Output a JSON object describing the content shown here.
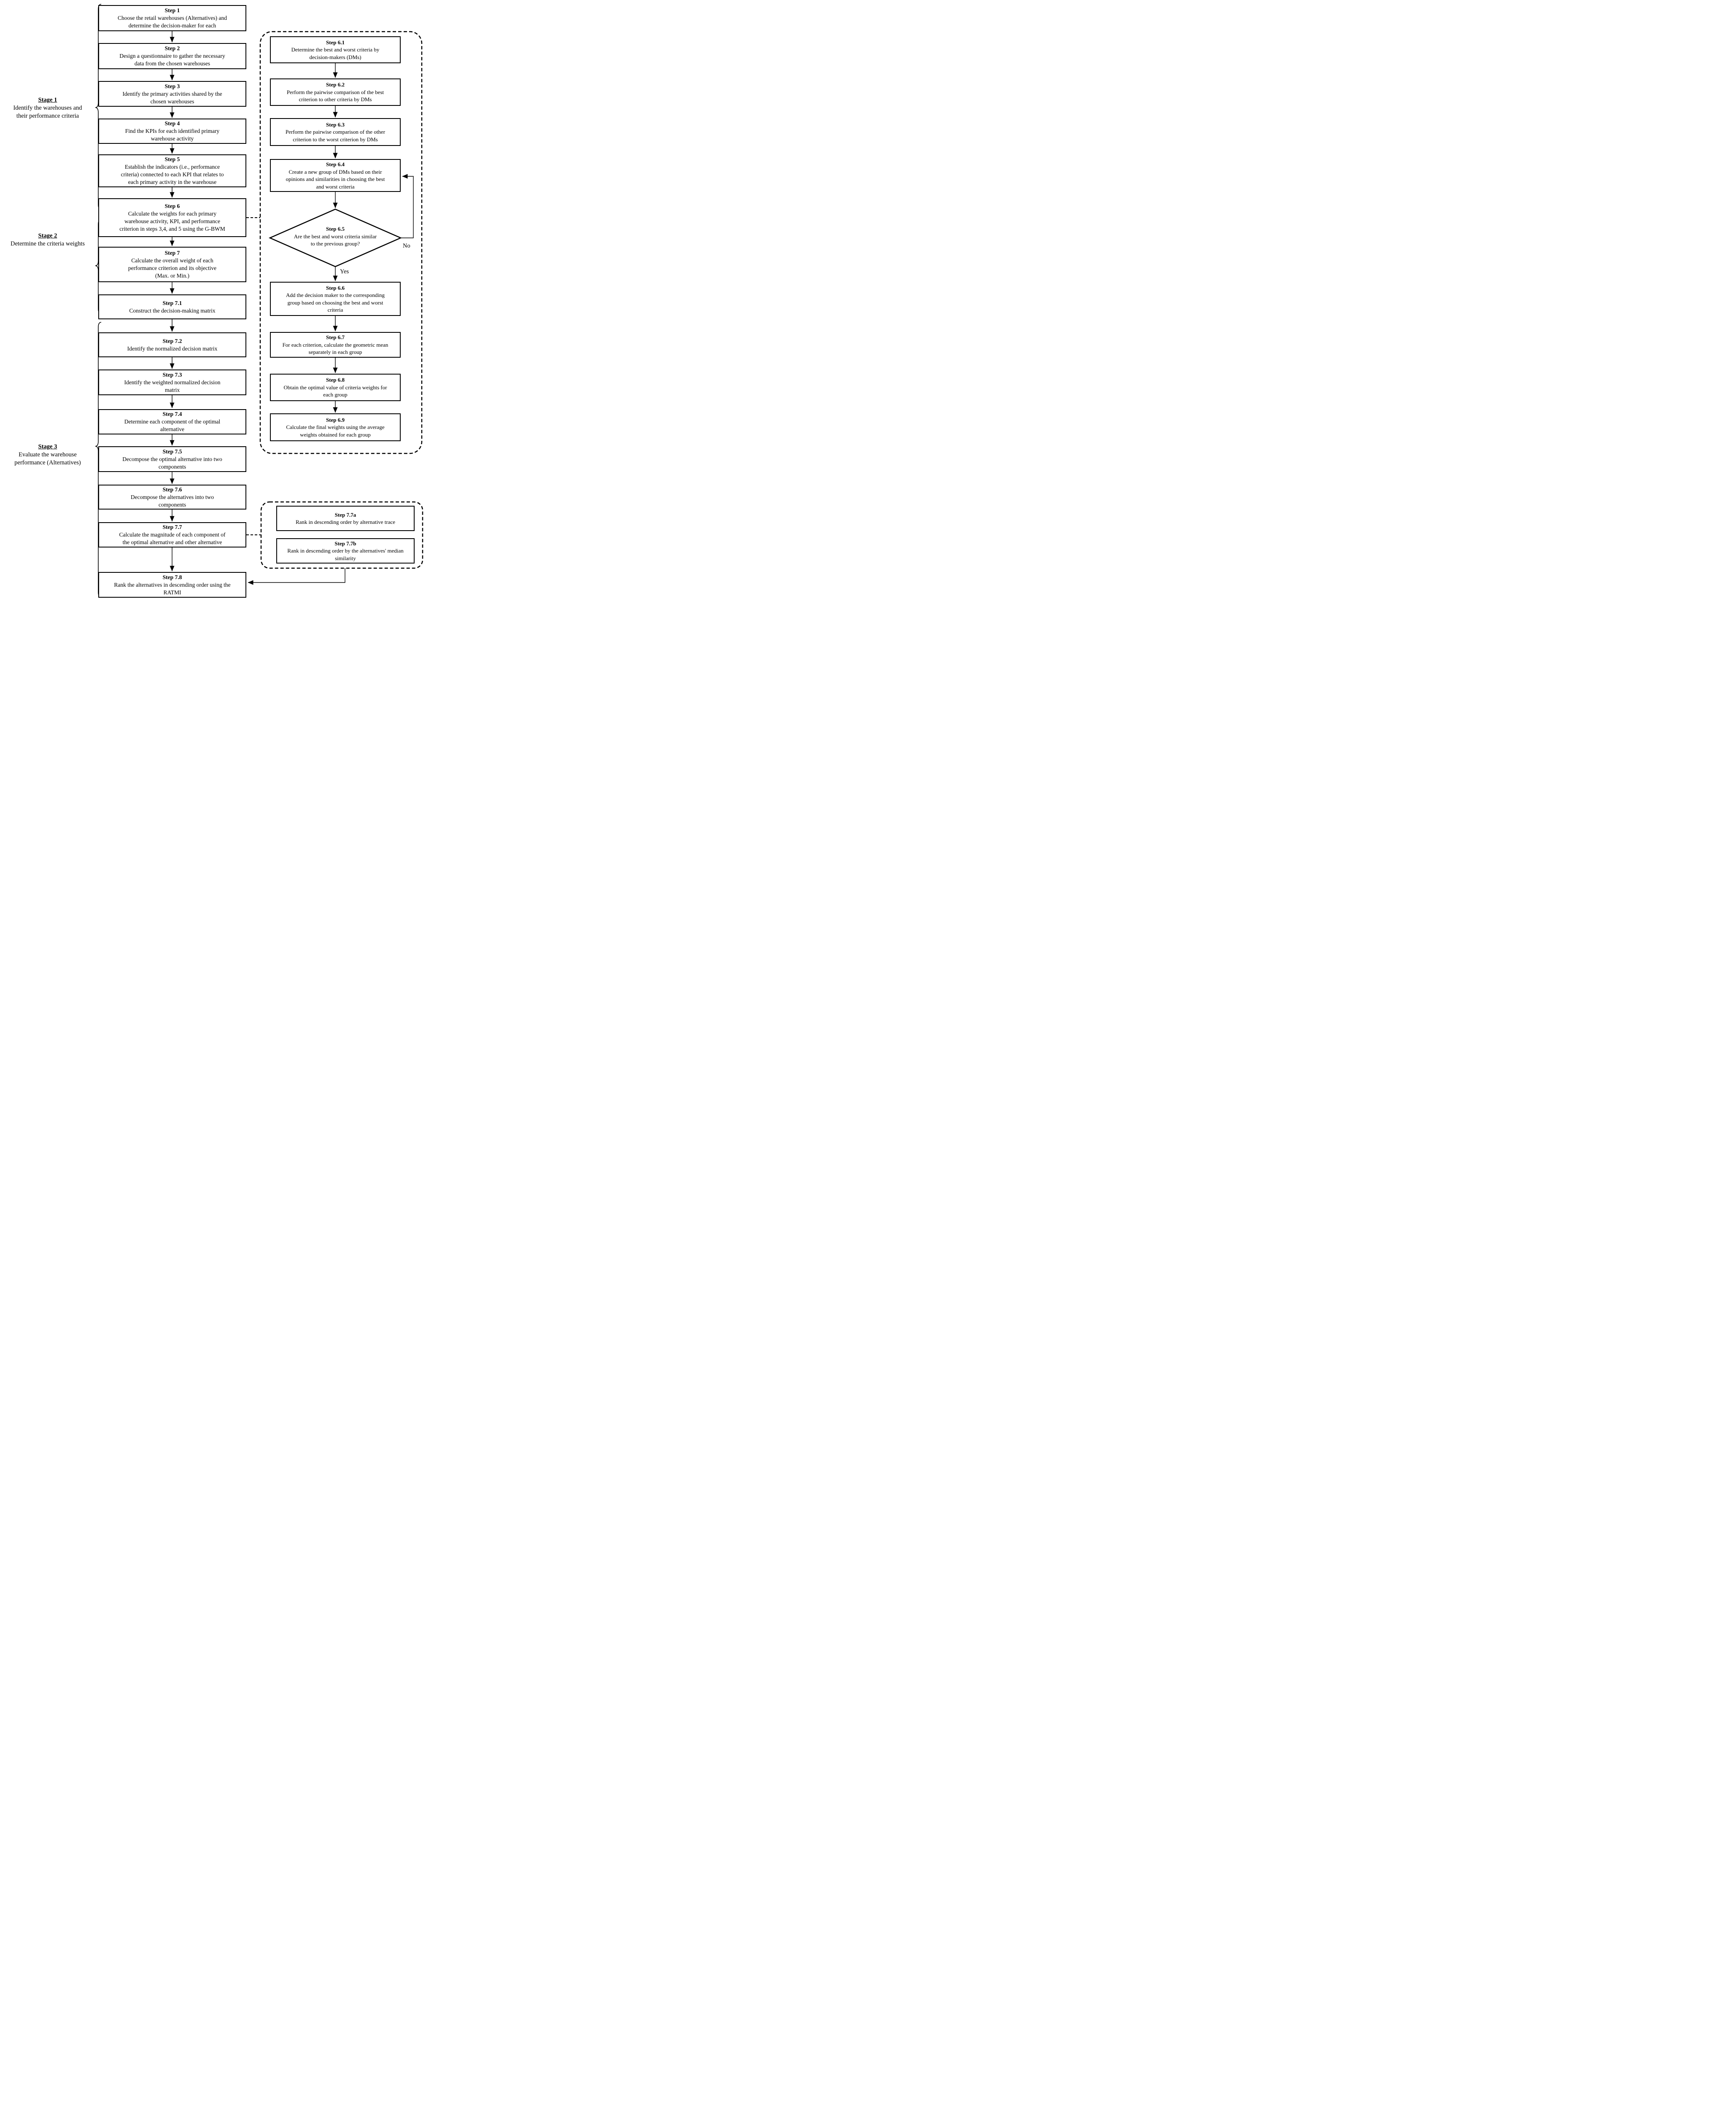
{
  "figure_title": "Three-stage warehouse performance evaluation methodology flowchart",
  "colors": {
    "ink": "#000000",
    "background": "#ffffff"
  },
  "stages": [
    {
      "label": "Stage 1",
      "description": "Identify the warehouses and\ntheir performance criteria"
    },
    {
      "label": "Stage 2",
      "description": "Determine the criteria weights"
    },
    {
      "label": "Stage 3",
      "description": "Evaluate the warehouse\nperformance (Alternatives)"
    }
  ],
  "main_steps": [
    {
      "title": "Step 1",
      "text": "Choose the retail warehouses (Alternatives) and\ndetermine the decision-maker for each"
    },
    {
      "title": "Step 2",
      "text": "Design a questionnaire to gather the necessary\ndata from the chosen warehouses"
    },
    {
      "title": "Step 3",
      "text": "Identify the primary activities shared by the\nchosen warehouses"
    },
    {
      "title": "Step 4",
      "text": "Find the KPIs for each identified primary\nwarehouse activity"
    },
    {
      "title": "Step 5",
      "text": "Establish the indicators (i.e., performance\ncriteria) connected to each KPI that relates to\neach primary activity in the warehouse"
    },
    {
      "title": "Step 6",
      "text": "Calculate the weights for each primary\nwarehouse activity, KPI, and performance\ncriterion in steps 3,4, and 5 using the G-BWM"
    },
    {
      "title": "Step 7",
      "text": "Calculate the overall weight of each\nperformance criterion and its objective\n(Max. or Min.)"
    },
    {
      "title": "Step 7.1",
      "text": "Construct the decision-making matrix"
    },
    {
      "title": "Step 7.2",
      "text": "Identify the normalized decision matrix"
    },
    {
      "title": "Step 7.3",
      "text": "Identify the weighted normalized decision\nmatrix"
    },
    {
      "title": "Step 7.4",
      "text": "Determine each component of the optimal\nalternative"
    },
    {
      "title": "Step 7.5",
      "text": "Decompose the optimal alternative into two\ncomponents"
    },
    {
      "title": "Step 7.6",
      "text": "Decompose the alternatives into two\ncomponents"
    },
    {
      "title": "Step 7.7",
      "text": "Calculate the magnitude of each component of\nthe optimal alternative and other alternative"
    },
    {
      "title": "Step 7.8",
      "text": "Rank the alternatives in descending order using the\nRATMI"
    }
  ],
  "gbwm_steps": [
    {
      "title": "Step 6.1",
      "text": "Determine the best and worst criteria by\ndecision-makers (DMs)"
    },
    {
      "title": "Step 6.2",
      "text": "Perform the pairwise comparison of the best\ncriterion to other criteria by DMs"
    },
    {
      "title": "Step 6.3",
      "text": "Perform the pairwise comparison of the other\ncriterion to the worst criterion by DMs"
    },
    {
      "title": "Step 6.4",
      "text": "Create a new group of DMs based on their\nopinions and similarities in choosing the best\nand worst criteria"
    },
    {
      "title": "Step 6.6",
      "text": "Add the decision maker to the corresponding\ngroup based on choosing the best and worst\ncriteria"
    },
    {
      "title": "Step 6.7",
      "text": "For each criterion, calculate the geometric mean\nseparately in each group"
    },
    {
      "title": "Step 6.8",
      "text": "Obtain the optimal value of criteria weights for\neach group"
    },
    {
      "title": "Step 6.9",
      "text": "Calculate the final weights using the average\nweights obtained for each group"
    }
  ],
  "decision": {
    "title": "Step 6.5",
    "question": "Are the best and worst criteria similar\nto the previous group?",
    "yes_label": "Yes",
    "no_label": "No"
  },
  "ratmi_steps": [
    {
      "title": "Step 7.7a",
      "text": "Rank in descending order by alternative trace"
    },
    {
      "title": "Step 7.7b",
      "text": "Rank in descending order by the alternatives' median\nsimilarity"
    }
  ]
}
